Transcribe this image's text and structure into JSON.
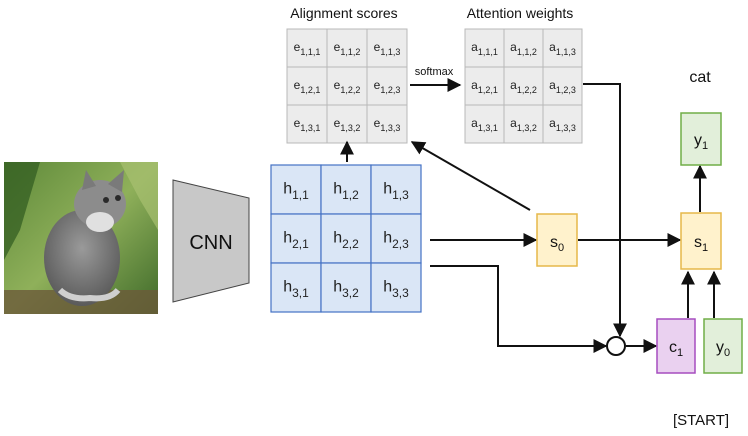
{
  "labels": {
    "alignment_title": "Alignment scores",
    "attention_title": "Attention weights",
    "softmax": "softmax",
    "cnn": "CNN",
    "output_word": "cat",
    "start_token": "[START]"
  },
  "alignment_cells": [
    [
      {
        "base": "e",
        "sub": "1,1,1"
      },
      {
        "base": "e",
        "sub": "1,1,2"
      },
      {
        "base": "e",
        "sub": "1,1,3"
      }
    ],
    [
      {
        "base": "e",
        "sub": "1,2,1"
      },
      {
        "base": "e",
        "sub": "1,2,2"
      },
      {
        "base": "e",
        "sub": "1,2,3"
      }
    ],
    [
      {
        "base": "e",
        "sub": "1,3,1"
      },
      {
        "base": "e",
        "sub": "1,3,2"
      },
      {
        "base": "e",
        "sub": "1,3,3"
      }
    ]
  ],
  "attention_cells": [
    [
      {
        "base": "a",
        "sub": "1,1,1"
      },
      {
        "base": "a",
        "sub": "1,1,2"
      },
      {
        "base": "a",
        "sub": "1,1,3"
      }
    ],
    [
      {
        "base": "a",
        "sub": "1,2,1"
      },
      {
        "base": "a",
        "sub": "1,2,2"
      },
      {
        "base": "a",
        "sub": "1,2,3"
      }
    ],
    [
      {
        "base": "a",
        "sub": "1,3,1"
      },
      {
        "base": "a",
        "sub": "1,3,2"
      },
      {
        "base": "a",
        "sub": "1,3,3"
      }
    ]
  ],
  "feature_cells": [
    [
      {
        "base": "h",
        "sub": "1,1"
      },
      {
        "base": "h",
        "sub": "1,2"
      },
      {
        "base": "h",
        "sub": "1,3"
      }
    ],
    [
      {
        "base": "h",
        "sub": "2,1"
      },
      {
        "base": "h",
        "sub": "2,2"
      },
      {
        "base": "h",
        "sub": "2,3"
      }
    ],
    [
      {
        "base": "h",
        "sub": "3,1"
      },
      {
        "base": "h",
        "sub": "3,2"
      },
      {
        "base": "h",
        "sub": "3,3"
      }
    ]
  ],
  "nodes": {
    "s0": {
      "base": "s",
      "sub": "0"
    },
    "s1": {
      "base": "s",
      "sub": "1"
    },
    "y1": {
      "base": "y",
      "sub": "1"
    },
    "c1": {
      "base": "c",
      "sub": "1"
    },
    "y0": {
      "base": "y",
      "sub": "0"
    }
  },
  "colors": {
    "grid_fill": "#ececec",
    "grid_stroke": "#b8b8b8",
    "feature_fill": "#dae6f6",
    "feature_stroke": "#4472c4",
    "cnn_fill": "#c8c8c8",
    "state_fill": "#fff2cc",
    "state_stroke": "#e6b84a",
    "output_fill": "#e2efda",
    "output_stroke": "#70ad47",
    "context_fill": "#ead1f0",
    "context_stroke": "#a64dbf"
  },
  "image": {
    "subject": "kitten photo"
  }
}
